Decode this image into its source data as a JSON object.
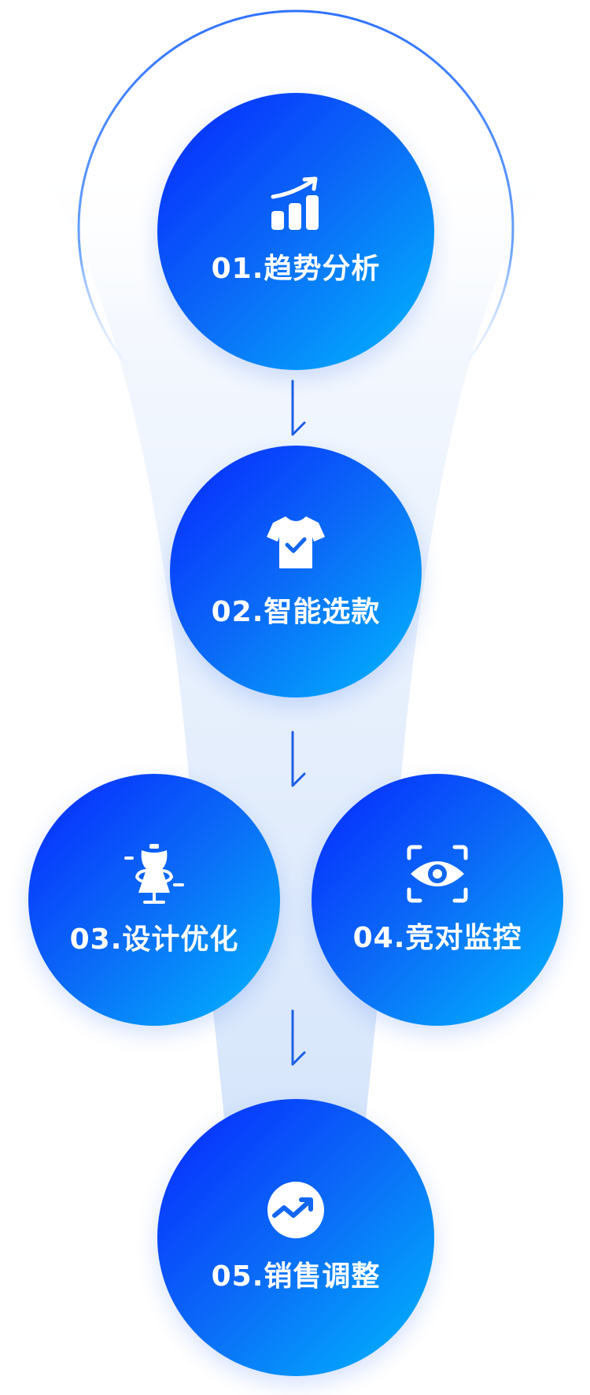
{
  "flow": {
    "steps": [
      {
        "number": "01.",
        "title": "趋势分析",
        "icon": "trend-up-bar-chart-icon"
      },
      {
        "number": "02.",
        "title": "智能选款",
        "icon": "tshirt-check-icon"
      },
      {
        "number": "03.",
        "title": "设计优化",
        "icon": "dress-form-icon"
      },
      {
        "number": "04.",
        "title": "竞对监控",
        "icon": "eye-scan-icon"
      },
      {
        "number": "05.",
        "title": "销售调整",
        "icon": "trend-circle-icon"
      }
    ]
  },
  "colors": {
    "gradient_start": "#0626ff",
    "gradient_end": "#00b8ff",
    "arrow": "#1f5fe6",
    "ring": "#3b7cff",
    "funnel": "#dce8fb"
  }
}
